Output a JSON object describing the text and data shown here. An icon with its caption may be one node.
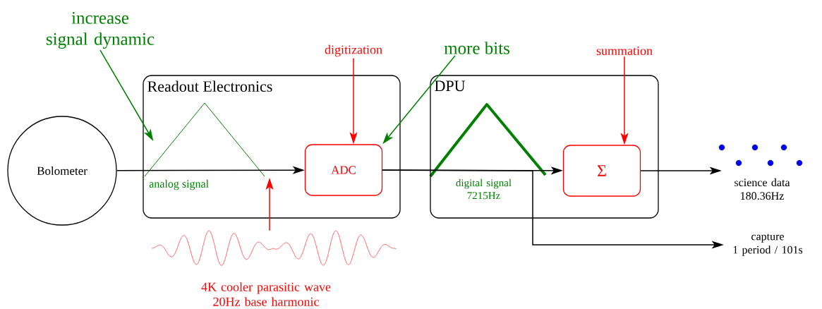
{
  "diagram": {
    "nodes": [
      {
        "text": [
          "Bolometer"
        ]
      },
      {
        "text": [
          "Readout Electronics",
          "analog signal"
        ]
      },
      {
        "text": [
          "ADC"
        ],
        "in": 1
      },
      {
        "text": [
          "DPU",
          "digital signal 7215Hz"
        ]
      },
      {
        "text": [
          "Σ"
        ],
        "in": 3
      },
      {
        "text": [
          "science data 180.36Hz"
        ]
      },
      {
        "text": [
          "capture 1 period / 101s"
        ]
      },
      {
        "text": [
          "increase signal dynamic"
        ]
      },
      {
        "text": [
          "digitization"
        ]
      },
      {
        "text": [
          "more bits"
        ]
      },
      {
        "text": [
          "summation"
        ]
      },
      {
        "text": [
          "4K cooler parasitic wave 20Hz base harmonic"
        ]
      }
    ],
    "edges": [
      {
        "from": 0,
        "to": 2,
        "arrow": "to"
      },
      {
        "from": 2,
        "to": 4,
        "arrow": "to"
      },
      {
        "from": 4,
        "to": 5,
        "arrow": "to"
      },
      {
        "from": 2,
        "to": 6,
        "arrow": "to"
      },
      {
        "from": 7,
        "to": 1,
        "arrow": "to",
        "color": "#008000"
      },
      {
        "from": 8,
        "to": 2,
        "arrow": "to",
        "color": "#ff0000"
      },
      {
        "from": 9,
        "to": 2,
        "arrow": "to",
        "color": "#008000"
      },
      {
        "from": 10,
        "to": 4,
        "arrow": "to",
        "color": "#ff0000"
      },
      {
        "from": 11,
        "to": 1,
        "arrow": "to",
        "color": "#ff0000"
      }
    ]
  }
}
